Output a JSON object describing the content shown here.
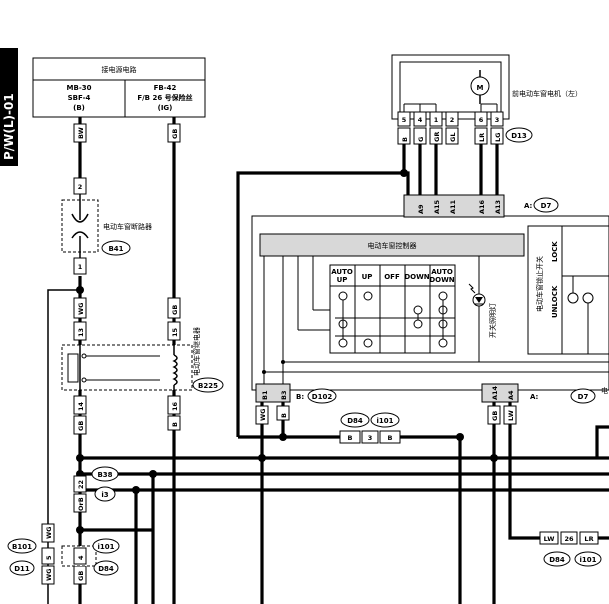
{
  "page_code": "P/W(L)-01",
  "power": {
    "title": "接电源电路",
    "left_fuse": [
      "MB-30",
      "SBF-4",
      "(B)"
    ],
    "right_fuse": [
      "FB-42",
      "F/B 26 号保险丝",
      "(IG)"
    ]
  },
  "components": {
    "motor_label": "前电动车窗电机（左）",
    "motor_symbol": "M",
    "circuit_breaker": "电动车窗断路器",
    "relay": "电动车窗继电器",
    "controller": "电动车窗控制器",
    "lamp": "开关照明灯",
    "lock_switch": "电动车窗锁止开关",
    "lock": "LOCK",
    "unlock": "UNLOCK",
    "edge_cut": "电"
  },
  "connectors": {
    "D13": "D13",
    "D7": "D7",
    "B41": "B41",
    "B225": "B225",
    "D102": "D102",
    "D84": "D84",
    "I101": "i101",
    "B38": "B38",
    "I3": "i3",
    "B101": "B101",
    "D11": "D11",
    "a_prefix": "A:",
    "b_prefix": "B:"
  },
  "motor_pins": {
    "numbers": [
      "5",
      "4",
      "1",
      "2",
      "6",
      "3"
    ],
    "wires": [
      "B",
      "G",
      "GR",
      "GL",
      "LR",
      "LG"
    ]
  },
  "controller_top_pins": [
    "A9",
    "A15",
    "A11",
    "A16",
    "A13"
  ],
  "controller_bottom_pins": {
    "b": [
      "B1",
      "B3"
    ],
    "a": [
      "A14",
      "A4"
    ],
    "b_wires": [
      "WG",
      "B"
    ],
    "a_wires": [
      "GB",
      "LW"
    ]
  },
  "switch_table": {
    "headers": [
      "AUTO UP",
      "UP",
      "OFF",
      "DOWN",
      "AUTO DOWN"
    ]
  },
  "wires": {
    "bw": "BW",
    "gb": "GB",
    "wg": "WG",
    "b": "B",
    "orb": "OrB",
    "lw": "LW",
    "lr": "LR"
  },
  "pins": {
    "breaker_top": "2",
    "breaker_bottom": "1",
    "relay_13": "13",
    "relay_15": "15",
    "relay_14": "14",
    "relay_16": "16",
    "j22": "22",
    "j5": "5",
    "j4": "4",
    "j3": "3",
    "j26": "26"
  }
}
